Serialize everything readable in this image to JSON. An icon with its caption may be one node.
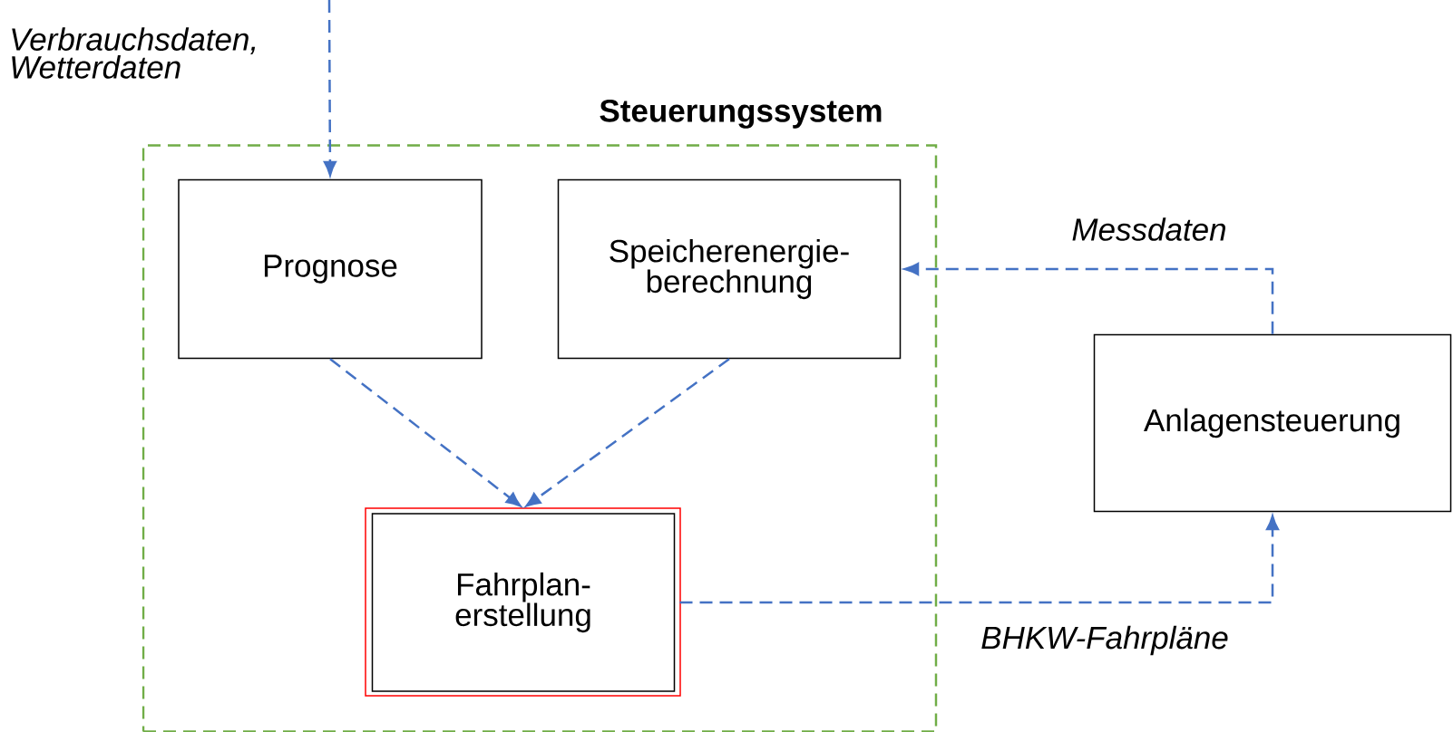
{
  "diagram": {
    "nodes": [
      {
        "text": [
          "Steuerungssystem"
        ]
      },
      {
        "text": [
          "Prognose"
        ],
        "in": 0
      },
      {
        "text": [
          "Speicherenergie- berechnung"
        ],
        "in": 0
      },
      {
        "text": [
          "Fahrplan- erstellung"
        ],
        "in": 0
      },
      {
        "text": [
          "Anlagensteuerung"
        ]
      }
    ],
    "edges": [
      {
        "from": null,
        "to": 1,
        "arrow": "to",
        "label": "Verbrauchsdaten, Wetterdaten",
        "style": "dashed",
        "color": "#4472c4"
      },
      {
        "from": 1,
        "to": 3,
        "arrow": "to",
        "style": "dashed",
        "color": "#4472c4"
      },
      {
        "from": 2,
        "to": 3,
        "arrow": "to",
        "style": "dashed",
        "color": "#4472c4"
      },
      {
        "from": 4,
        "to": 2,
        "arrow": "to",
        "label": "Messdaten",
        "style": "dashed",
        "color": "#4472c4"
      },
      {
        "from": 3,
        "to": 4,
        "arrow": "to",
        "label": "BHKW-Fahrpläne",
        "style": "dashed",
        "color": "#4472c4"
      }
    ]
  }
}
